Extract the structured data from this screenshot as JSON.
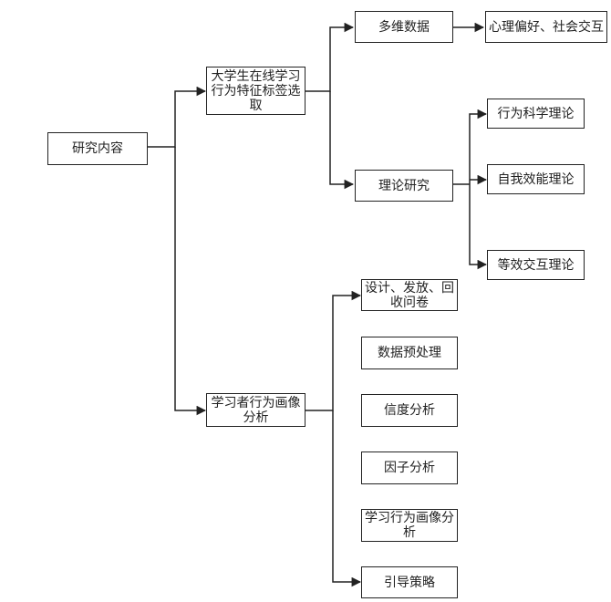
{
  "nodes": {
    "root": "研究内容",
    "label_selection": "大学生在线学习行为特征标签选取",
    "multi_data": "多维数据",
    "psych": "心理偏好、社会交互",
    "theory_study": "理论研究",
    "behavior_sci": "行为科学理论",
    "self_efficacy": "自我效能理论",
    "equivalence": "等效交互理论",
    "profile_analysis": "学习者行为画像分析",
    "questionnaire": "设计、发放、回收问卷",
    "preprocess": "数据预处理",
    "reliability": "信度分析",
    "factor": "因子分析",
    "behavior_profile": "学习行为画像分析",
    "guidance": "引导策略"
  },
  "colors": {
    "line": "#222222",
    "box_border": "#222222",
    "text": "#222222"
  }
}
